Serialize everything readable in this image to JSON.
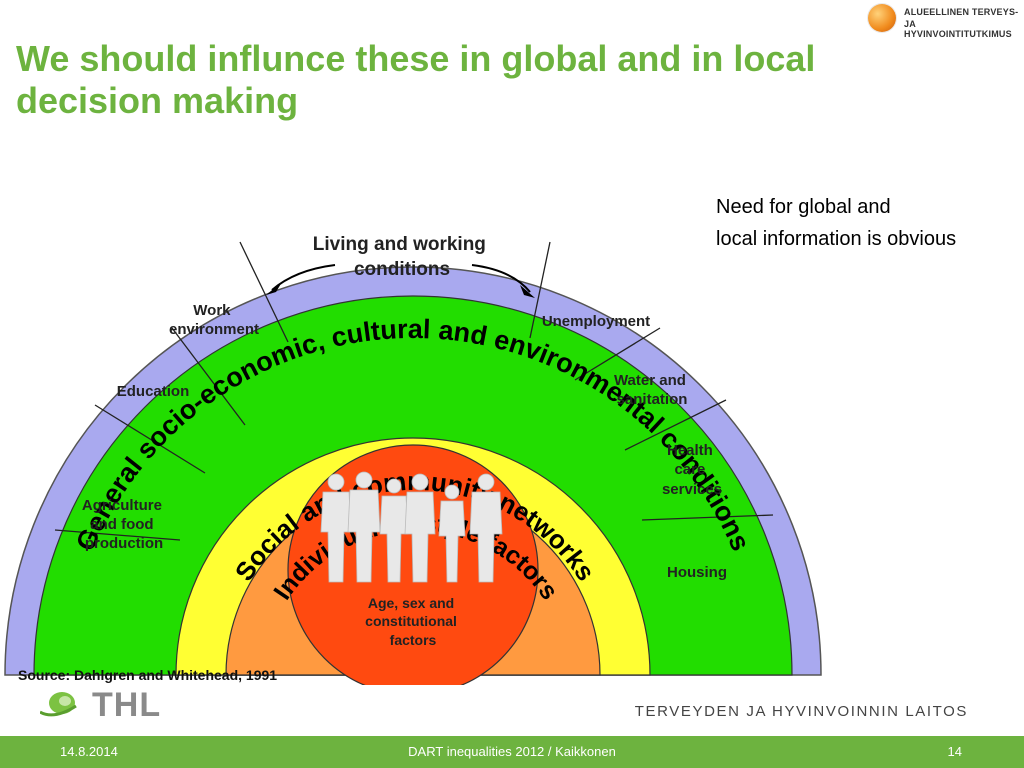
{
  "slide": {
    "title": "We should influnce these in global and in local decision making",
    "note_lines": [
      "Need for global and",
      "local information is obvious"
    ]
  },
  "top_logo": {
    "line1": "ALUEELLINEN TERVEYS-",
    "line2": "JA HYVINVOINTITUTKIMUS"
  },
  "diagram": {
    "outer_arc_text": "General socio-economic, cultural and environmental conditions",
    "middle_ring_text": "Social and community networks",
    "inner_ring_text": "Individual lifestyle factors",
    "living_conditions": [
      "Living and working",
      "conditions"
    ],
    "segments": {
      "agriculture": [
        "Agriculture",
        "and food",
        "production"
      ],
      "education": [
        "Education"
      ],
      "work": [
        "Work",
        "environment"
      ],
      "unemployment": [
        "Unemployment"
      ],
      "water": [
        "Water and",
        "sanitation"
      ],
      "health": [
        "Health",
        "care",
        "services"
      ],
      "housing": [
        "Housing"
      ]
    },
    "core": [
      "Age, sex and",
      "constitutional",
      "factors"
    ],
    "source": "Source: Dahlgren and Whitehead, 1991",
    "colors": {
      "outer": "#a9a9ef",
      "green": "#22dd00",
      "yellow": "#ffff33",
      "orange": "#ff9a40",
      "core": "#ff4a10"
    }
  },
  "branding": {
    "thl": "THL",
    "institute": "TERVEYDEN JA HYVINVOINNIN LAITOS"
  },
  "footer": {
    "date": "14.8.2014",
    "center": "DART inequalities 2012 / Kaikkonen",
    "page": "14"
  }
}
